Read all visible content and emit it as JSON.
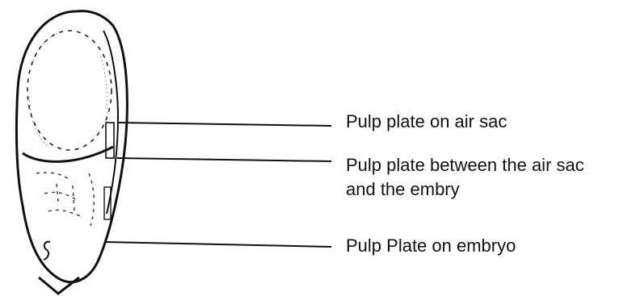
{
  "labels": [
    {
      "text": "Pulp plate on air sac"
    },
    {
      "text": "Pulp plate between the air sac"
    },
    {
      "text": "and the embry"
    },
    {
      "text": "Pulp Plate on embryo"
    }
  ],
  "colors": {
    "ink": "#111111",
    "background": "#ffffff"
  }
}
